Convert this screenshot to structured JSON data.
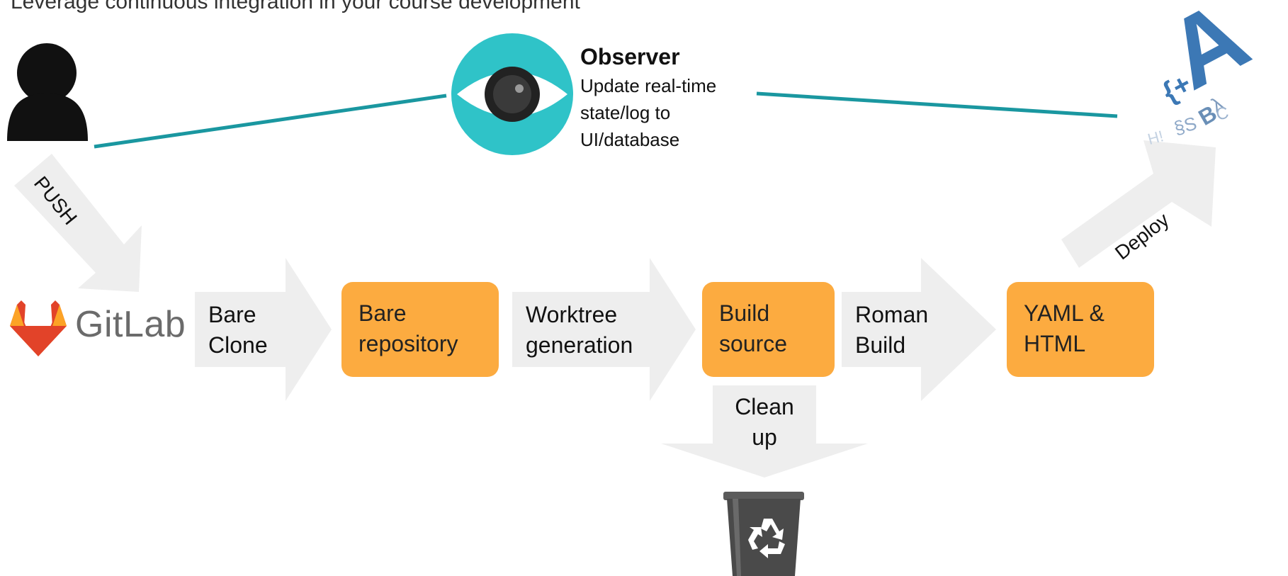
{
  "subtitle": "Leverage continuous integration in your course development",
  "observer": {
    "title": "Observer",
    "lines": [
      "Update real-time",
      "state/log to",
      "UI/database"
    ]
  },
  "gitlab": {
    "name": "GitLab"
  },
  "push_label": "PUSH",
  "deploy_label": "Deploy",
  "stages": [
    {
      "arrow_label": [
        "Bare",
        "Clone"
      ],
      "box_label": [
        "Bare",
        "repository"
      ]
    },
    {
      "arrow_label": [
        "Worktree",
        "generation"
      ],
      "box_label": [
        "Build",
        "source"
      ]
    },
    {
      "arrow_label": [
        "Roman",
        "Build"
      ],
      "box_label": [
        "YAML &",
        "HTML"
      ]
    }
  ],
  "cleanup_label": [
    "Clean",
    "up"
  ],
  "colors": {
    "box": "#fcab40",
    "arrow": "#eeeeee",
    "observer_line": "#1a97a0",
    "eye": "#2fc3c8",
    "logo_letters": "#3c78b5"
  },
  "icons": [
    "user-icon",
    "eye-icon",
    "gitlab-logo-icon",
    "letters-logo-icon",
    "trash-bin-icon",
    "recycle-icon"
  ]
}
